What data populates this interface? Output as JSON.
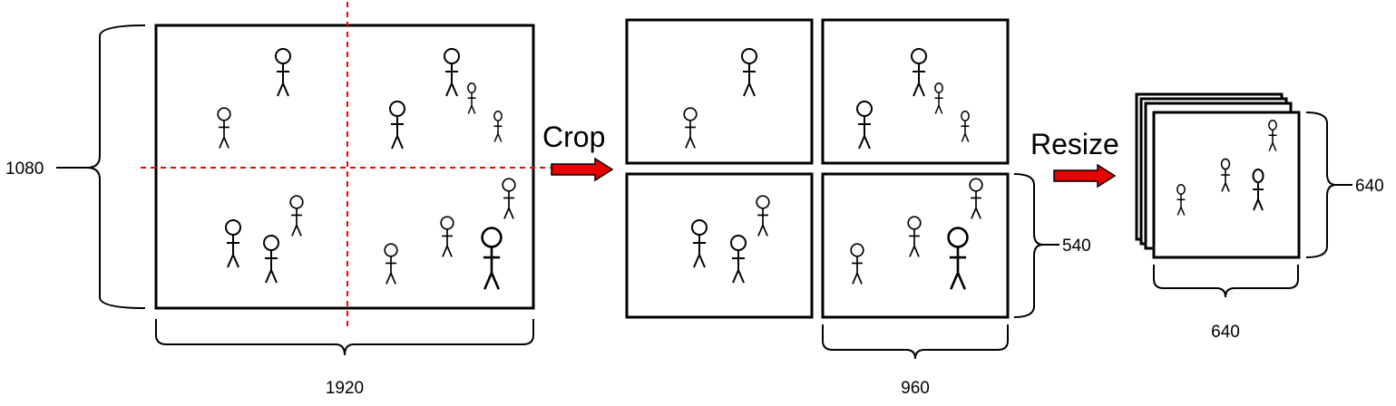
{
  "diagram": {
    "original": {
      "height_label": "1080",
      "width_label": "1920"
    },
    "crop": {
      "label": "Crop",
      "tile_width_label": "960",
      "tile_height_label": "540"
    },
    "resize": {
      "label": "Resize",
      "out_width_label": "640",
      "out_height_label": "640"
    },
    "colors": {
      "stroke": "#000000",
      "arrow": "#e60000",
      "crop_line": "#ff0000",
      "background": "#ffffff"
    },
    "icons": [
      "stick-figure-icon",
      "right-arrow-icon",
      "curly-brace-icon"
    ]
  }
}
